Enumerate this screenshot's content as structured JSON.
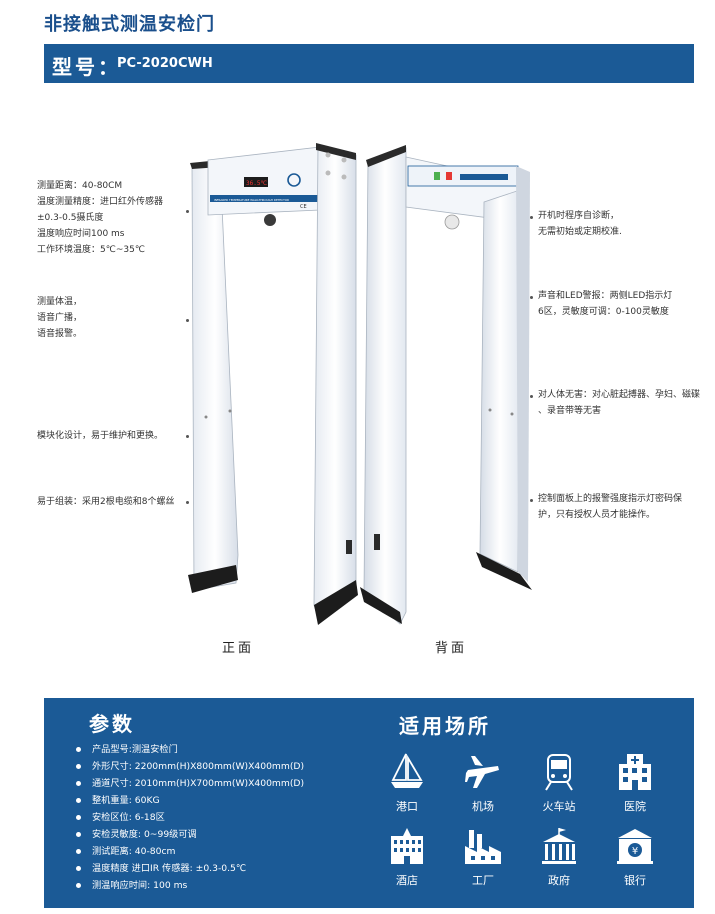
{
  "header": {
    "title": "非接触式测温安检门"
  },
  "model": {
    "label": "型号：",
    "value": "PC-2020CWH"
  },
  "panel": {
    "brand_text": "INFRARED TEMPERATURE WALK-THROUGH DETECTOR",
    "display_text": "36.5℃",
    "ce": "CE"
  },
  "annotations_left": [
    [
      "测量距离：40-80CM",
      "温度测量精度：进口红外传感器",
      "±0.3-0.5摄氏度",
      "温度响应时间100 ms",
      "工作环境温度：5℃~35℃"
    ],
    [
      "测量体温，",
      "语音广播，",
      "语音报警。"
    ],
    [
      "模块化设计，易于维护和更换。"
    ],
    [
      "易于组装：采用2根电缆和8个螺丝"
    ]
  ],
  "annotations_right": [
    [
      "开机时程序自诊断，",
      "无需初始或定期校准."
    ],
    [
      "声音和LED警报：两侧LED指示灯",
      "6区，灵敏度可调：0-100灵敏度"
    ],
    [
      "对人体无害：对心脏起搏器、孕妇、磁碟",
      "、录音带等无害"
    ],
    [
      "控制面板上的报警强度指示灯密码保",
      "护，只有授权人员才能操作。"
    ]
  ],
  "captions": {
    "front": "正面",
    "back": "背面"
  },
  "params": {
    "title": "参数",
    "items": [
      "产品型号:测温安检门",
      "外形尺寸: 2200mm(H)X800mm(W)X400mm(D)",
      "通道尺寸: 2010mm(H)X700mm(W)X400mm(D)",
      "整机重量:    60KG",
      "安检区位:    6-18区",
      "安检灵敏度:   0~99级可调",
      "测试距离:    40-80cm",
      "温度精度 进口IR 传感器:  ±0.3-0.5℃",
      "测温响应时间: 100 ms"
    ]
  },
  "venues": {
    "title": "适用场所",
    "items": [
      {
        "label": "港口",
        "icon": "ship-icon"
      },
      {
        "label": "机场",
        "icon": "airplane-icon"
      },
      {
        "label": "火车站",
        "icon": "train-icon"
      },
      {
        "label": "医院",
        "icon": "hospital-icon"
      },
      {
        "label": "酒店",
        "icon": "hotel-icon"
      },
      {
        "label": "工厂",
        "icon": "factory-icon"
      },
      {
        "label": "政府",
        "icon": "government-icon"
      },
      {
        "label": "银行",
        "icon": "bank-icon"
      }
    ]
  },
  "colors": {
    "brand_blue": "#1b5a96",
    "title_blue": "#1a4f8c",
    "gate_white": "#eef2f7",
    "base_black": "#1c1c1c"
  }
}
